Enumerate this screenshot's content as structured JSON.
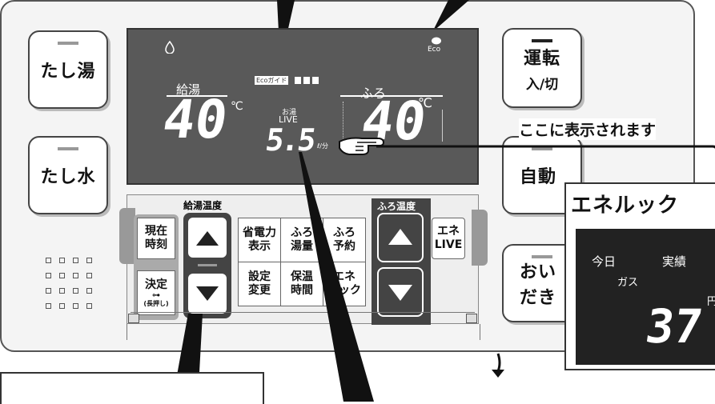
{
  "panel": {
    "left_buttons": [
      "たし湯",
      "たし水"
    ],
    "right_buttons": {
      "run": [
        "運転",
        "入/切"
      ],
      "auto": "自動",
      "oidaki": [
        "おい",
        "だき"
      ]
    }
  },
  "display": {
    "eco_label": "Eco",
    "eco_guide": "Ecoガイド",
    "kyuto_label": "給湯",
    "kyuto_temp": "40",
    "temp_unit": "℃",
    "furo_label": "ふろ",
    "furo_temp": "40",
    "oyu_label": "お湯",
    "live_label": "LIVE",
    "flow_value": "5.5",
    "flow_unit": "ℓ/分"
  },
  "controls": {
    "kyuto_temp_label": "給湯温度",
    "furo_temp_label": "ふろ温度",
    "genzai_jikoku": [
      "現在",
      "時刻"
    ],
    "kettei": "決定",
    "long_press": "(長押し)",
    "keys": [
      [
        "省電力",
        "表示"
      ],
      [
        "ふろ",
        "湯量"
      ],
      [
        "ふろ",
        "予約"
      ],
      [
        "設定",
        "変更"
      ],
      [
        "保温",
        "時間"
      ],
      [
        "エネ",
        "ルック"
      ]
    ],
    "ene_live": [
      "エネ",
      "LIVE"
    ]
  },
  "annotation": "ここに表示されます",
  "popup": {
    "title": "エネルック",
    "today": "今日",
    "gas": "ガス",
    "actual": "実績",
    "value": "37",
    "unit": "円"
  }
}
